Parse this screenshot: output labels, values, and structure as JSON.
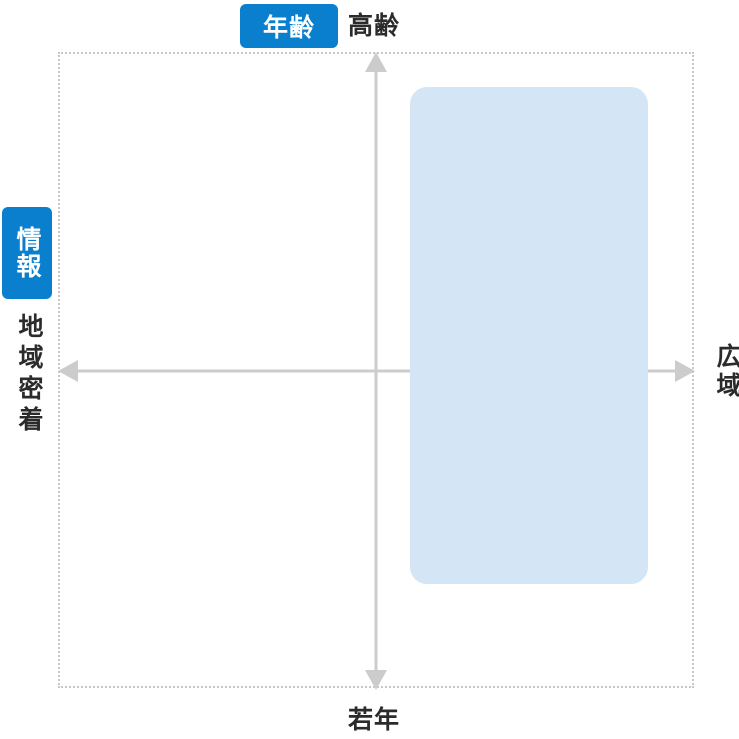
{
  "axes": {
    "vertical": {
      "category": "年齢",
      "top_label": "高齢",
      "bottom_label": "若年"
    },
    "horizontal": {
      "category": "情報",
      "left_label": "地域密着",
      "right_label": "広域"
    }
  },
  "colors": {
    "badge": "#0a7fce",
    "region": "#d4e5f5",
    "axis": "#cccccc",
    "frame": "#c8c8c8",
    "text": "#2b2b2b"
  }
}
